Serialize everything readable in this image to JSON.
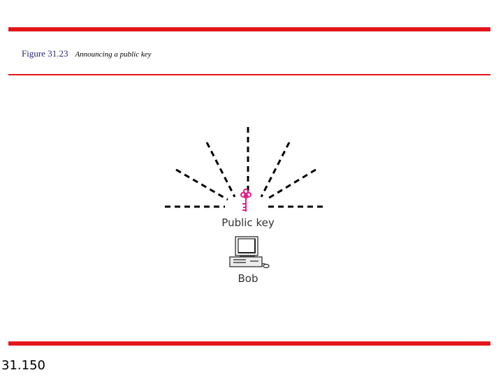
{
  "figure": {
    "number": "Figure 31.23",
    "title": "Announcing a public key"
  },
  "diagram": {
    "key_label": "Public key",
    "user_label": "Bob",
    "key_color": "#e0208a",
    "line_color": "#000000"
  },
  "colors": {
    "accent_bar": "#e3151a"
  },
  "icons": {
    "key": "key-icon",
    "computer": "desktop-computer-icon"
  },
  "footer": {
    "slide_number": "31.150"
  }
}
